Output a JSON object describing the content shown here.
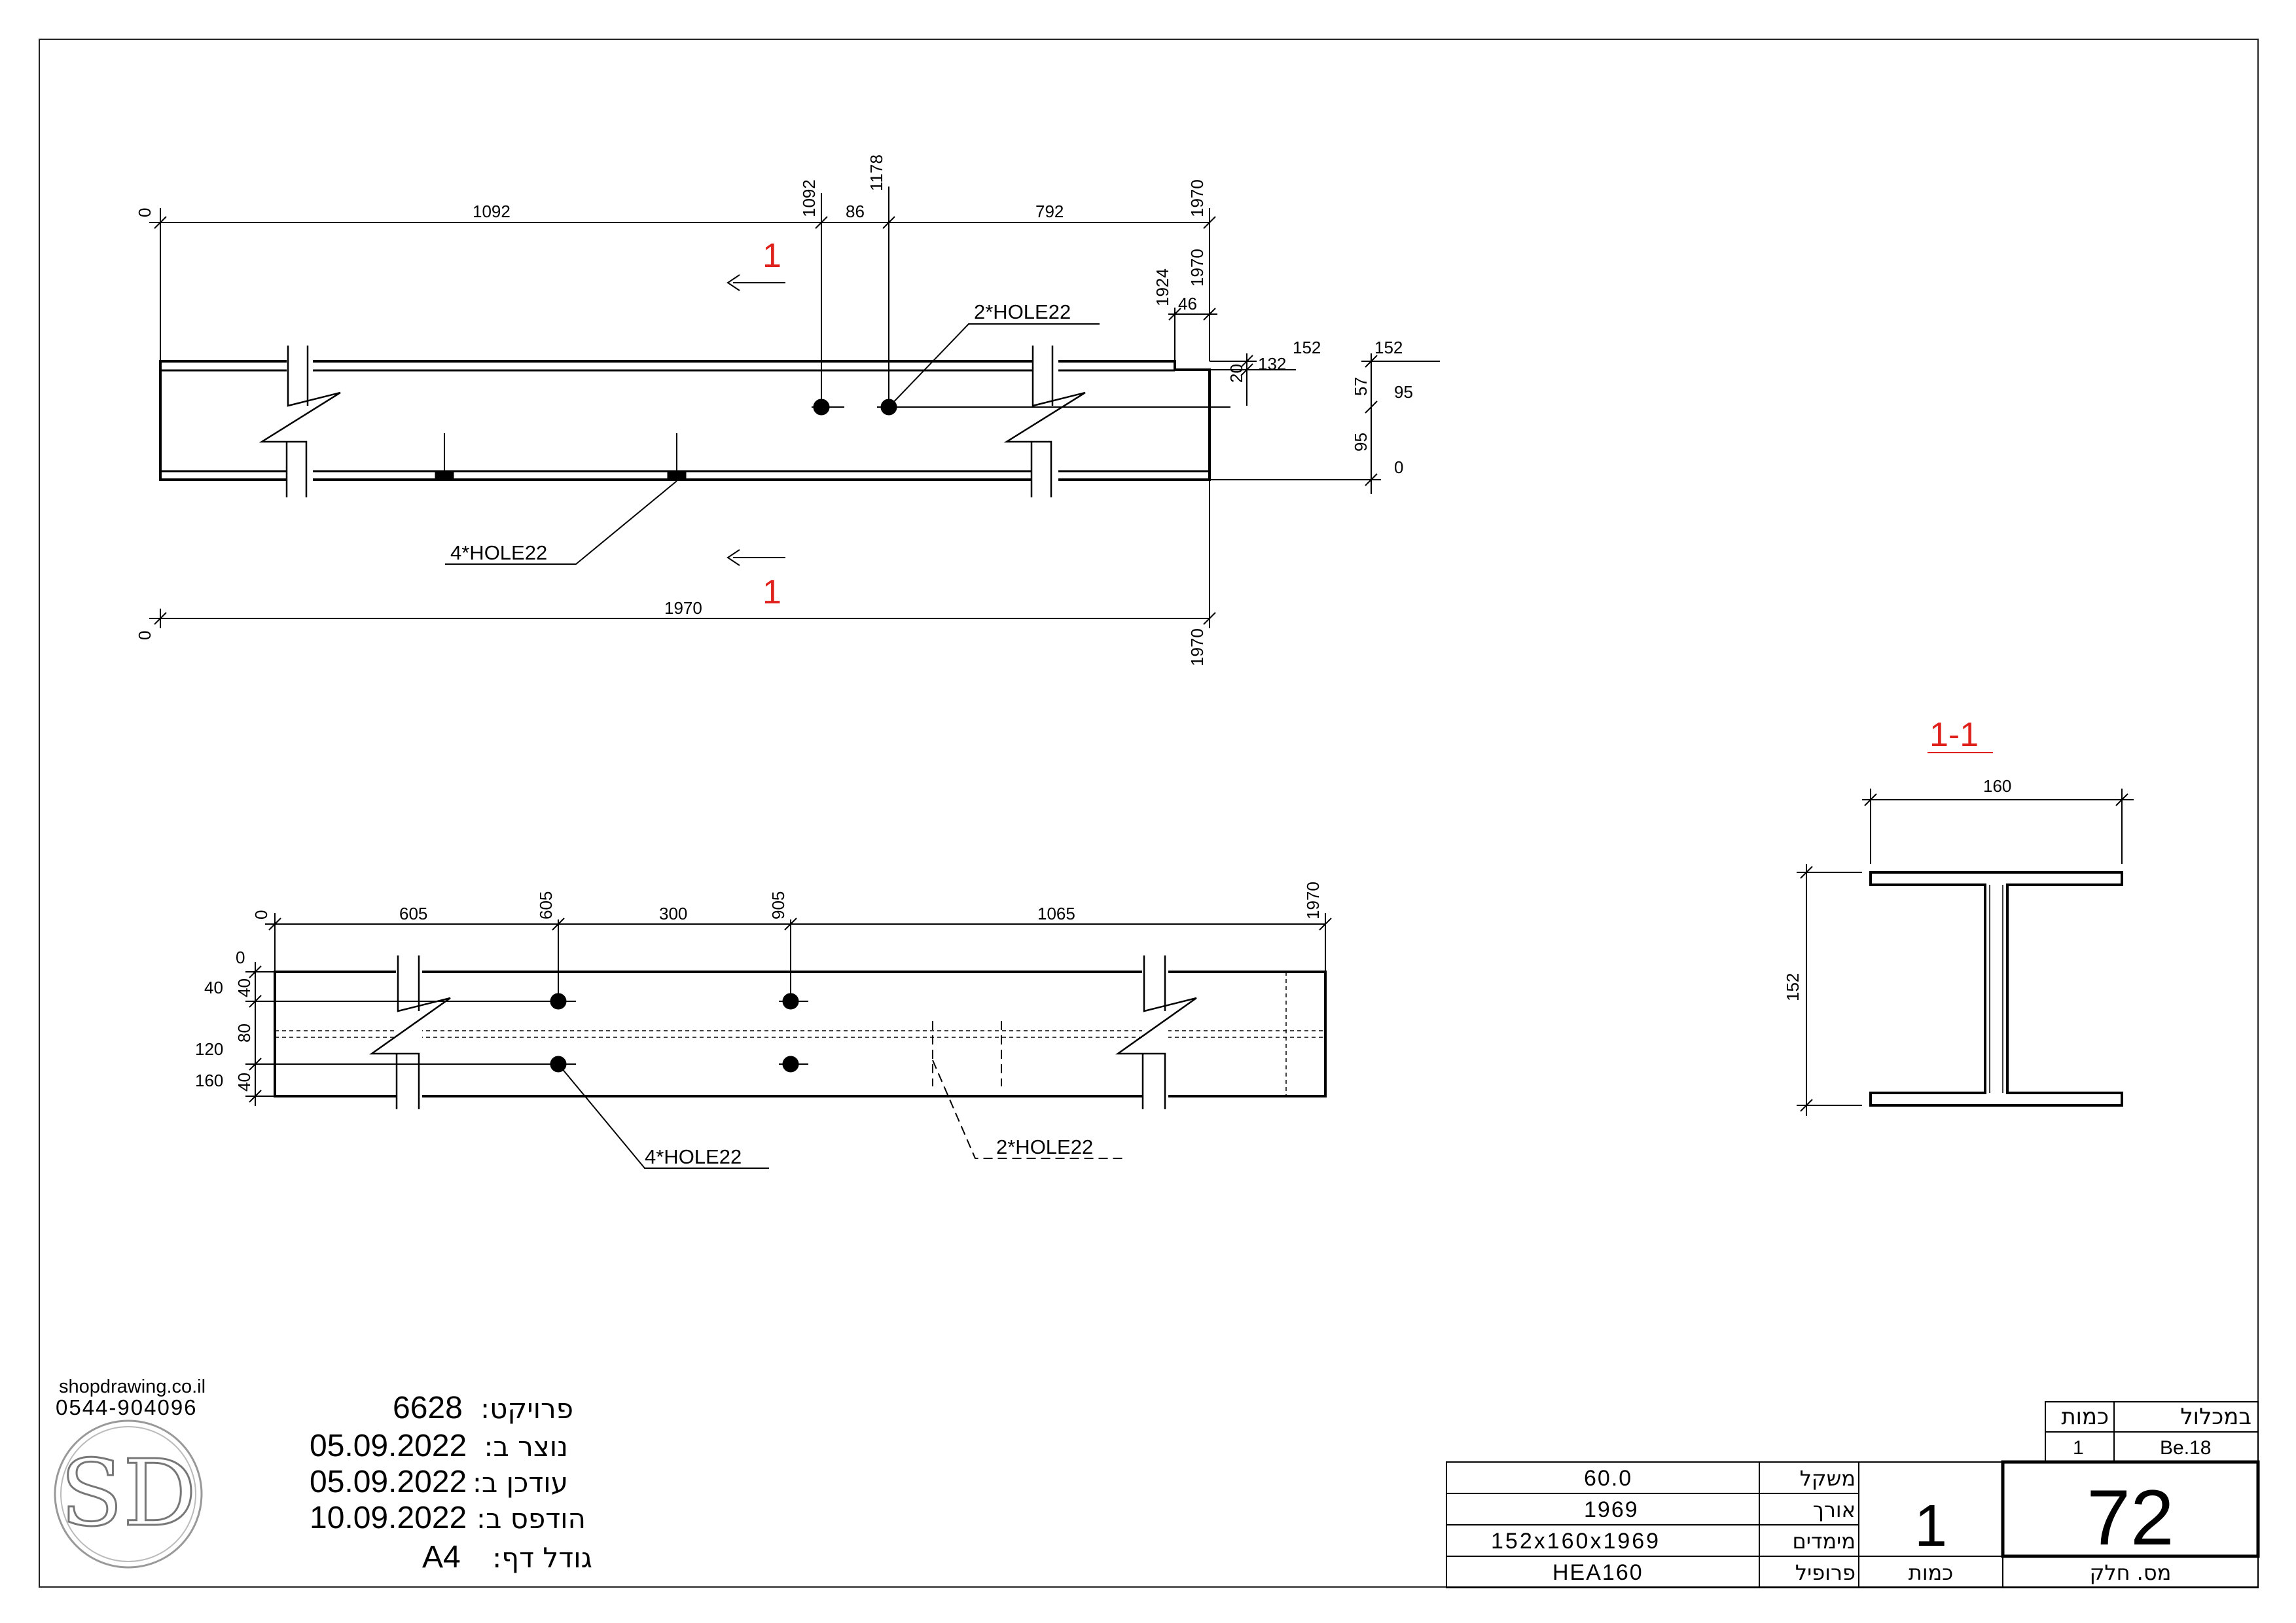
{
  "branding": {
    "website": "shopdrawing.co.il",
    "phone": "0544-904096",
    "logo_text": "SD"
  },
  "info": {
    "project_label": "פרויקט:",
    "project_value": "6628",
    "created_label": "נוצר ב:",
    "created_value": "05.09.2022",
    "updated_label": "עודכן ב:",
    "updated_value": "05.09.2022",
    "printed_label": "הודפס ב:",
    "printed_value": "10.09.2022",
    "page_size_label": "גודל דף:",
    "page_size_value": "A4"
  },
  "title_block": {
    "total_qty_header": "במכלול",
    "qty_header": "כמות",
    "assembly_qty": "1",
    "assembly_name": "Be.18",
    "weight_label": "משקל",
    "weight_value": "60.0",
    "length_label": "אורך",
    "length_value": "1969",
    "dims_label": "מימדים",
    "dims_value": "152x160x1969",
    "profile_label": "פרופיל",
    "profile_value": "HEA160",
    "quantity_value": "1",
    "quantity_label": "כמות",
    "part_no_value": "72",
    "part_no_label": "מס. חלק"
  },
  "top_view": {
    "dims_top": [
      "0",
      "1092",
      "1092",
      "86",
      "1178",
      "792",
      "1970"
    ],
    "dims_right": [
      "1924",
      "1970",
      "46",
      "20",
      "132",
      "152",
      "152",
      "57",
      "95",
      "95",
      "0"
    ],
    "dims_bottom": [
      "0",
      "1970",
      "1970"
    ],
    "section_mark": "1",
    "hole_label_top": "2*HOLE22",
    "hole_label_bottom": "4*HOLE22"
  },
  "bottom_view": {
    "dims_top": [
      "0",
      "605",
      "605",
      "300",
      "905",
      "1065",
      "1970"
    ],
    "dims_left": [
      "0",
      "40",
      "40",
      "80",
      "120",
      "40",
      "160"
    ],
    "hole_label_left": "4*HOLE22",
    "hole_label_right": "2*HOLE22"
  },
  "section": {
    "title": "1-1",
    "width": "160",
    "height": "152"
  }
}
